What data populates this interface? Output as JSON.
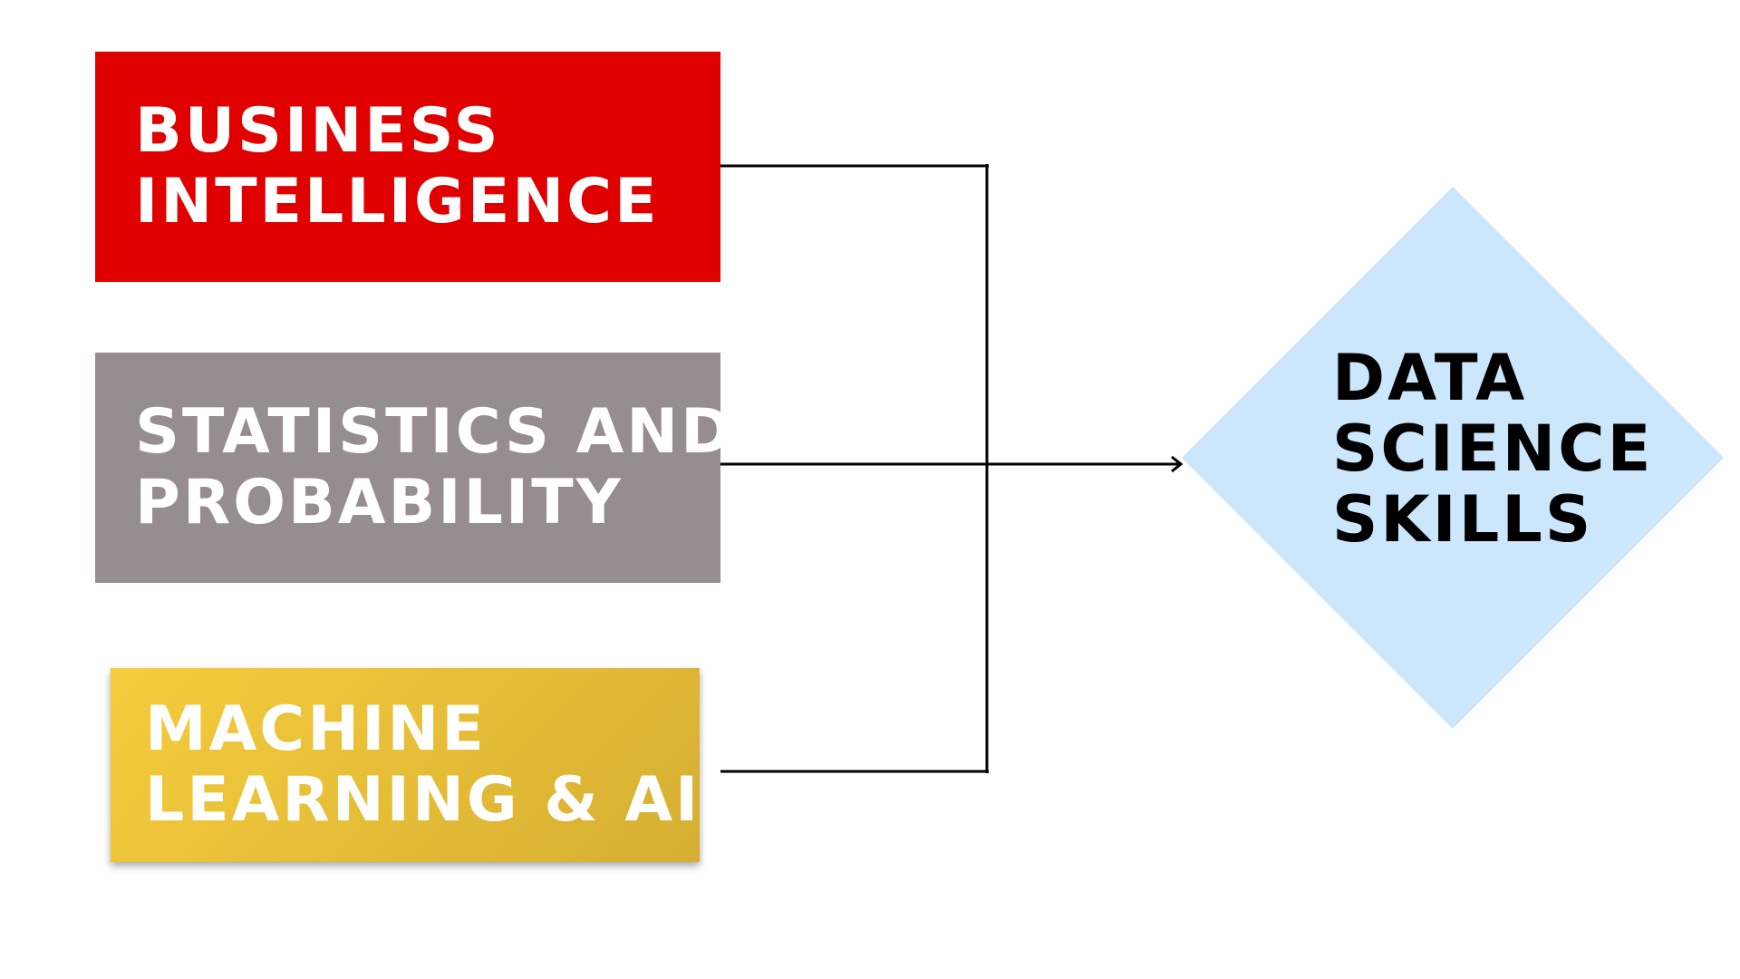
{
  "colors": {
    "business_intelligence": "#e00000",
    "statistics": "#968d91",
    "machine_learning_top": "#f6cd3c",
    "machine_learning_bottom": "#d6ae32",
    "target_fill": "#cce6fc",
    "connector": "#000000"
  },
  "inputs": [
    {
      "id": "business_intelligence",
      "line1": "BUSINESS",
      "line2": "INTELLIGENCE"
    },
    {
      "id": "statistics",
      "line1": "STATISTICS AND",
      "line2": "PROBABILITY"
    },
    {
      "id": "machine_learning",
      "line1": "MACHINE",
      "line2": "LEARNING & AI"
    }
  ],
  "target": {
    "line1": "DATA",
    "line2": "SCIENCE",
    "line3": "SKILLS"
  }
}
